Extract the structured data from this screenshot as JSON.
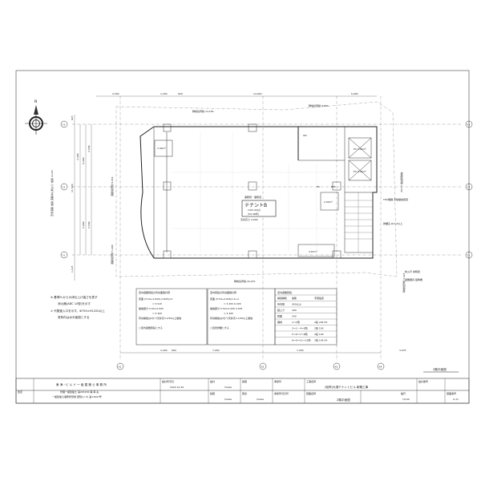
{
  "drawing": {
    "north_label": "N",
    "grid_rows": [
      "Y3",
      "Y2",
      "Y1"
    ],
    "grid_cols": [
      "X1",
      "X2",
      "X3",
      "X4"
    ],
    "top_dims": [
      "2,500",
      "1,200",
      "600",
      "14,900",
      "6,990"
    ],
    "bottom_dims": [
      "1,200",
      "600",
      "7,200",
      "7,200",
      "3,975"
    ],
    "left_dims": [
      "925",
      "11,500",
      "1,125",
      "3,400",
      "6,400",
      "3,500",
      "3,600",
      "3,500"
    ],
    "boundary_labels": {
      "north": "隣地境界線 14,156",
      "north2": "隣地境界線 6,890",
      "south": "隣地境界線 20,070",
      "west": "道路境界線 8,454",
      "west2": "道路境界線 5,290",
      "east": "隣地境界線 4,160",
      "east2": "隣地境界線 3,325"
    },
    "road_note": "西側道路 幅員 道路中心線より 幅員 12.0m",
    "tenant": {
      "room_label": "事務所・事務室",
      "name": "テナントB",
      "area_m2": "(163.40㎡)",
      "area_tsubo": "(50.48坪)",
      "ceiling": "天井高さ 2,600"
    },
    "rooms": [
      "EV 4.46m²",
      "EV 4.46m²",
      "2.40m²",
      "3.87m²",
      "2.90m²",
      "WC",
      "EPS",
      "PS"
    ],
    "annotations": [
      "TRU機器 手動開放装置",
      "排煙窓 Ω/1.2以上",
      "防火戸 常時閉",
      "避難器具 緩降機"
    ]
  },
  "notes": {
    "line1": "※ 基準FLからの床仕上げ高さを表す",
    "line2": "消火器(ABC 10型)を示す",
    "line3": "× 代替進入口を示す。Φ750×H1200以上",
    "line4": "窓枠内は水平面図とする"
  },
  "tables": {
    "t1": {
      "title": "室内避難階段の有効面積計算",
      "rows": [
        "床面 (5.54+2.845)-2.845)×2",
        "= 5.515",
        "開放部分 5.54×2.945",
        "= 5.305",
        "有効開放は2かつ天井高×1/50以上開放",
        "□室内避難階段とする"
      ]
    },
    "t2": {
      "title": "室内階段の有効面積計算",
      "rows": [
        "床面 (5.54+2.845)×2÷2",
        "= 5.305   6.305",
        "開放部分 5.54×2.945  5.305",
        "= 5.305",
        "有効開放は2かつ天井高×1/50以上開放",
        "□自然排煙とする"
      ]
    },
    "t3": {
      "title": "室内避難階段",
      "rows": [
        [
          "構造種別",
          "鉄筋",
          "手摺設置"
        ],
        [
          "有効幅",
          "900以上",
          ""
        ],
        [
          "蹴上寸",
          "180",
          ""
        ],
        [
          "踏面",
          "240",
          ""
        ],
        [
          "踊場",
          "1〜2階",
          "2段 204.55"
        ],
        [
          "",
          "2〜3・4〜5階",
          "2段 195"
        ],
        [
          "",
          "5〜6〜7〜8階",
          "2段 190"
        ],
        [
          "",
          "8〜9〜11〜12階",
          "2段 194.54"
        ]
      ]
    }
  },
  "sheet_label": "2階平面図",
  "title_block": {
    "revision": "改定",
    "office_name": "東 海・ビ ル ド ー 級 建 築 士 事 務 所",
    "office_reg1": "管理一級建築士 第205256 森 幸 夫",
    "office_reg2": "一級建築士事務所登録 愛知(い-5) 第11697号",
    "date_label": "設計年月日",
    "date": "2022.12.26",
    "design_label": "設計",
    "design_val": "Imaze",
    "check_label": "検図",
    "approve_label": "承認印",
    "drafter_label": "製図",
    "drafter_val": "Imaze",
    "scale_check": "照合",
    "scale_check_val": "Imaze",
    "approver_label": "承認年月日印",
    "project_label": "工事名称",
    "project_name": "(仮称)大須テナントビル 新築工事",
    "drawing_name_label": "図面名称",
    "drawing_name": "2階平面図",
    "scale_label": "縮尺",
    "scale": "1/100",
    "design_no_label": "設計番号",
    "sheet_no_label": "図面番号",
    "sheet_no": "A-11"
  }
}
